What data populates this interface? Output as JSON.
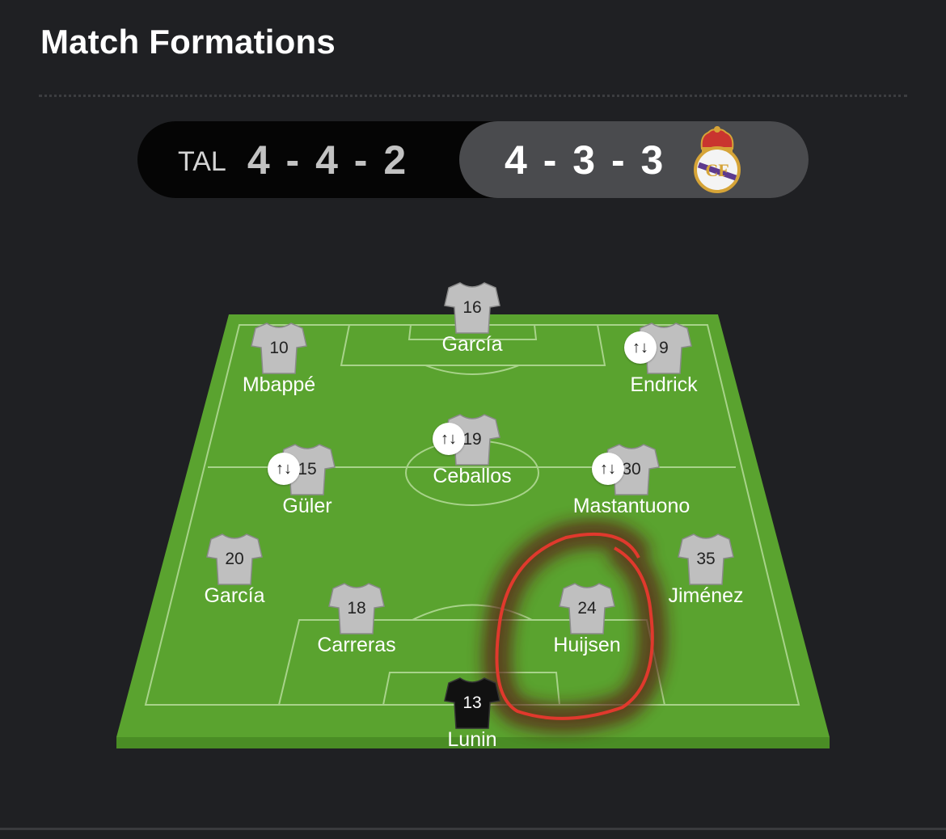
{
  "header": {
    "title": "Match Formations"
  },
  "formation_toggle": {
    "home": {
      "abbr": "TAL",
      "formation": "4 - 4 - 2"
    },
    "away": {
      "formation": "4 - 3 - 3",
      "crest_icon": "real-madrid-crest-icon"
    }
  },
  "colors": {
    "background": "#1f2023",
    "pitch": "#5aa32f",
    "pitch_lines": "#a8d38a",
    "outfield_shirt": "#bfbfbf",
    "goalkeeper_shirt": "#111111",
    "annotation_circle": "#e0392d"
  },
  "players": [
    {
      "number": "16",
      "name": "García",
      "sub": false,
      "keeper": false
    },
    {
      "number": "10",
      "name": "Mbappé",
      "sub": false,
      "keeper": false
    },
    {
      "number": "9",
      "name": "Endrick",
      "sub": true,
      "keeper": false
    },
    {
      "number": "19",
      "name": "Ceballos",
      "sub": true,
      "keeper": false
    },
    {
      "number": "15",
      "name": "Güler",
      "sub": true,
      "keeper": false
    },
    {
      "number": "30",
      "name": "Mastantuono",
      "sub": true,
      "keeper": false
    },
    {
      "number": "20",
      "name": "García",
      "sub": false,
      "keeper": false
    },
    {
      "number": "35",
      "name": "Jiménez",
      "sub": false,
      "keeper": false
    },
    {
      "number": "18",
      "name": "Carreras",
      "sub": false,
      "keeper": false
    },
    {
      "number": "24",
      "name": "Huijsen",
      "sub": false,
      "keeper": false
    },
    {
      "number": "13",
      "name": "Lunin",
      "sub": false,
      "keeper": true
    }
  ],
  "sub_icon": "substitution-arrows-icon",
  "sub_glyph": "↑↓"
}
